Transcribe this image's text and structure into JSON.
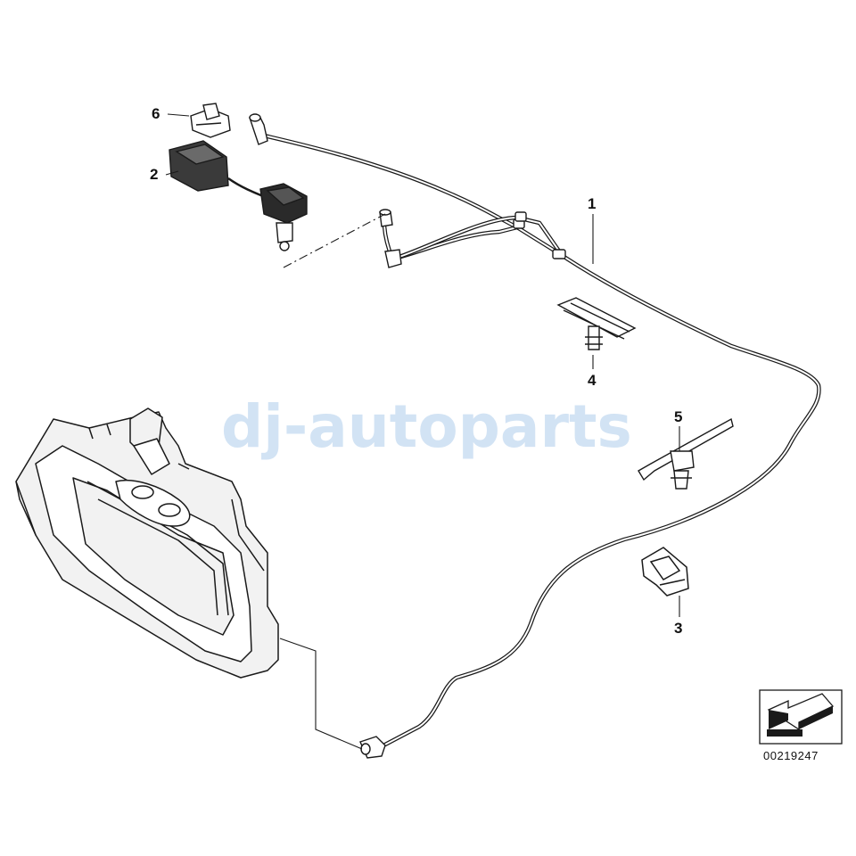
{
  "watermark": "dj-autoparts",
  "callouts": {
    "c1": "1",
    "c2": "2",
    "c3": "3",
    "c4": "4",
    "c5": "5",
    "c6": "6"
  },
  "document_number": "00219247",
  "colors": {
    "line": "#1a1a1a",
    "watermark": "#d2e3f4",
    "part_fill": "#f2f2f2"
  },
  "icons": {
    "orientation": "arrow-pointing-left-icon"
  }
}
